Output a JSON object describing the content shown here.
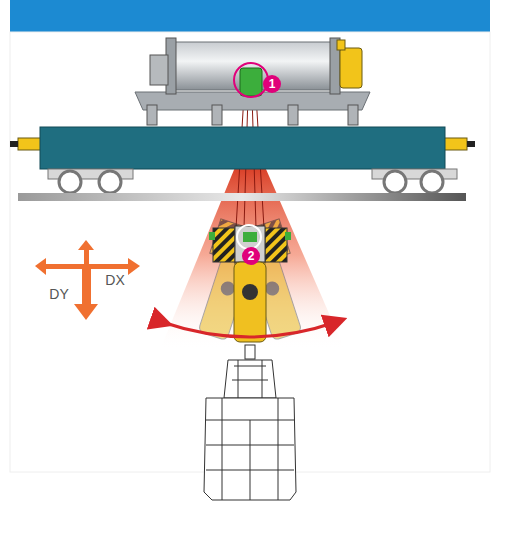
{
  "diagram": {
    "labels": [
      "1",
      "2",
      "DX",
      "DY"
    ]
  }
}
